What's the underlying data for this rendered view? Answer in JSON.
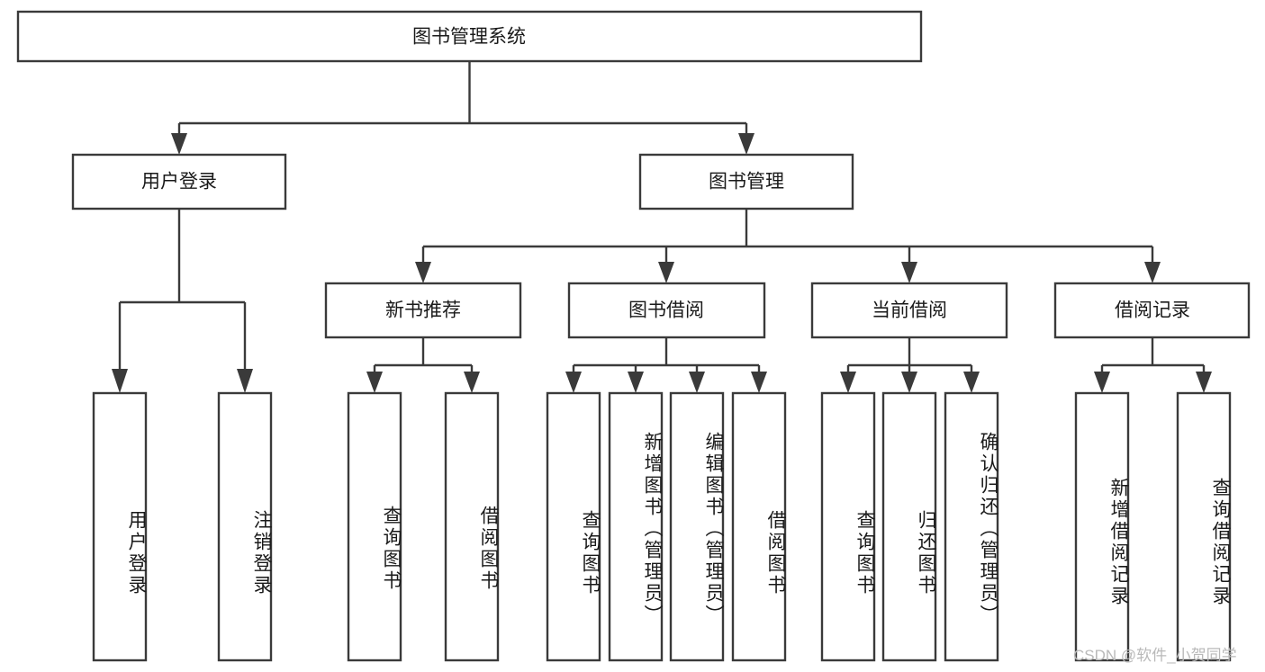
{
  "diagram": {
    "title": "图书管理系统",
    "type": "tree-hierarchy",
    "root": {
      "id": "root",
      "label": "图书管理系统"
    },
    "level2": [
      {
        "id": "user-login",
        "label": "用户登录"
      },
      {
        "id": "book-manage",
        "label": "图书管理"
      }
    ],
    "level3": [
      {
        "id": "new-book-rec",
        "label": "新书推荐",
        "parent": "book-manage"
      },
      {
        "id": "book-borrow",
        "label": "图书借阅",
        "parent": "book-manage"
      },
      {
        "id": "current-borrow",
        "label": "当前借阅",
        "parent": "book-manage"
      },
      {
        "id": "borrow-record",
        "label": "借阅记录",
        "parent": "book-manage"
      }
    ],
    "leaves": {
      "user_login": [
        {
          "id": "leaf-user-login",
          "label": "用户登录"
        },
        {
          "id": "leaf-logout",
          "label": "注销登录"
        }
      ],
      "new_book_rec": [
        {
          "id": "leaf-query-book-1",
          "label": "查询图书"
        },
        {
          "id": "leaf-borrow-book-1",
          "label": "借阅图书"
        }
      ],
      "book_borrow": [
        {
          "id": "leaf-query-book-2",
          "label": "查询图书"
        },
        {
          "id": "leaf-add-book",
          "label": "新增图书（管理员）"
        },
        {
          "id": "leaf-edit-book",
          "label": "编辑图书（管理员）"
        },
        {
          "id": "leaf-borrow-book-2",
          "label": "借阅图书"
        }
      ],
      "current_borrow": [
        {
          "id": "leaf-query-book-3",
          "label": "查询图书"
        },
        {
          "id": "leaf-return-book",
          "label": "归还图书"
        },
        {
          "id": "leaf-confirm-return",
          "label": "确认归还（管理员）"
        }
      ],
      "borrow_record": [
        {
          "id": "leaf-add-record",
          "label": "新增借阅记录"
        },
        {
          "id": "leaf-query-record",
          "label": "查询借阅记录"
        }
      ]
    }
  },
  "watermark": {
    "text": "CSDN @软件_小贺同学"
  },
  "colors": {
    "stroke": "#3a3a3a",
    "box_fill": "#ffffff",
    "text": "#1a1a1a",
    "background": "#ffffff",
    "watermark": "#b9b9b9"
  }
}
